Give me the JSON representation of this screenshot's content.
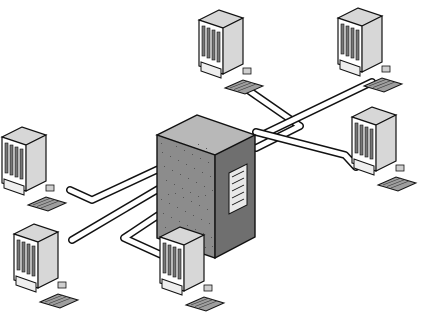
{
  "diagram": {
    "colors": {
      "background": "#ffffff",
      "outline": "#111111",
      "hub_face": "#8c8c8c",
      "hub_side": "#6f6f6f",
      "hub_top": "#b8b8b8",
      "tower_face": "#ffffff",
      "tower_shade": "#d7d7d7",
      "keyboard": "#9e9e9e",
      "cable": "#ffffff"
    },
    "hub": {
      "kind": "server-hub",
      "icon": "server-tower-icon"
    },
    "workstations": [
      {
        "id": "top-left",
        "icon": "computer-workstation-icon"
      },
      {
        "id": "top-right",
        "icon": "computer-workstation-icon"
      },
      {
        "id": "right",
        "icon": "computer-workstation-icon"
      },
      {
        "id": "left",
        "icon": "computer-workstation-icon"
      },
      {
        "id": "bottom-left",
        "icon": "computer-workstation-icon"
      },
      {
        "id": "bottom-center",
        "icon": "computer-workstation-icon"
      }
    ]
  }
}
